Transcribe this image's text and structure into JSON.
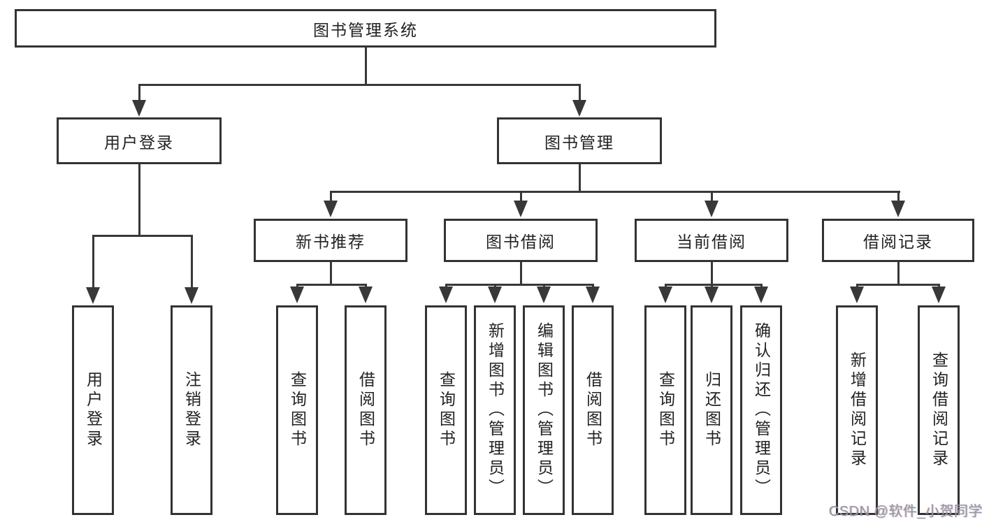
{
  "tree": {
    "label": "图书管理系统",
    "children": [
      {
        "label": "用户登录",
        "children": [
          {
            "label": "用户登录"
          },
          {
            "label": "注销登录"
          }
        ]
      },
      {
        "label": "图书管理",
        "children": [
          {
            "label": "新书推荐",
            "children": [
              {
                "label": "查询图书"
              },
              {
                "label": "借阅图书"
              }
            ]
          },
          {
            "label": "图书借阅",
            "children": [
              {
                "label": "查询图书"
              },
              {
                "label": "新增图书（管理员）"
              },
              {
                "label": "编辑图书（管理员）"
              },
              {
                "label": "借阅图书"
              }
            ]
          },
          {
            "label": "当前借阅",
            "children": [
              {
                "label": "查询图书"
              },
              {
                "label": "归还图书"
              },
              {
                "label": "确认归还（管理员）"
              }
            ]
          },
          {
            "label": "借阅记录",
            "children": [
              {
                "label": "新增借阅记录"
              },
              {
                "label": "查询借阅记录"
              }
            ]
          }
        ]
      }
    ]
  },
  "watermark": {
    "text": "CSDN @软件_小贺同学"
  },
  "colors": {
    "line": "#383838",
    "box_border": "#333333",
    "text": "#222222",
    "watermark": "#97999e",
    "background": "#ffffff"
  }
}
